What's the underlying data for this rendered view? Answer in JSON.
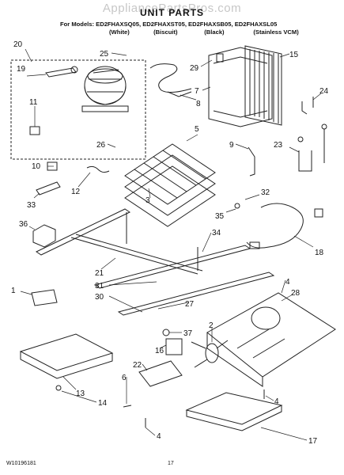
{
  "header": {
    "watermark": "AppliancePartsPros.com",
    "title": "UNIT PARTS",
    "models_line": "For Models: ED2FHAXSQ05, ED2FHAXST05, ED2FHAXSB05, ED2FHAXSL05",
    "colors": [
      "(White)",
      "(Biscuit)",
      "(Black)",
      "(Stainless VCM)"
    ]
  },
  "callouts": [
    {
      "id": "c20",
      "text": "20"
    },
    {
      "id": "c19",
      "text": "19"
    },
    {
      "id": "c11",
      "text": "11"
    },
    {
      "id": "c25",
      "text": "25"
    },
    {
      "id": "c29",
      "text": "29"
    },
    {
      "id": "c15",
      "text": "15"
    },
    {
      "id": "c7",
      "text": "7"
    },
    {
      "id": "c8",
      "text": "8"
    },
    {
      "id": "c24",
      "text": "24"
    },
    {
      "id": "c5",
      "text": "5"
    },
    {
      "id": "c26",
      "text": "26"
    },
    {
      "id": "c9",
      "text": "9"
    },
    {
      "id": "c23",
      "text": "23"
    },
    {
      "id": "c10",
      "text": "10"
    },
    {
      "id": "c12",
      "text": "12"
    },
    {
      "id": "c32",
      "text": "32"
    },
    {
      "id": "c3",
      "text": "3"
    },
    {
      "id": "c33",
      "text": "33"
    },
    {
      "id": "c35",
      "text": "35"
    },
    {
      "id": "c36",
      "text": "36"
    },
    {
      "id": "c34",
      "text": "34"
    },
    {
      "id": "c18",
      "text": "18"
    },
    {
      "id": "c21",
      "text": "21"
    },
    {
      "id": "c1",
      "text": "1"
    },
    {
      "id": "c31",
      "text": "31"
    },
    {
      "id": "c4a",
      "text": "4"
    },
    {
      "id": "c30",
      "text": "30"
    },
    {
      "id": "c28",
      "text": "28"
    },
    {
      "id": "c27",
      "text": "27"
    },
    {
      "id": "c2",
      "text": "2"
    },
    {
      "id": "c37",
      "text": "37"
    },
    {
      "id": "c16",
      "text": "16"
    },
    {
      "id": "c22",
      "text": "22"
    },
    {
      "id": "c6",
      "text": "6"
    },
    {
      "id": "c13",
      "text": "13"
    },
    {
      "id": "c14",
      "text": "14"
    },
    {
      "id": "c4b",
      "text": "4"
    },
    {
      "id": "c4c",
      "text": "4"
    },
    {
      "id": "c17",
      "text": "17"
    }
  ],
  "footer": {
    "doc_number": "W10196181",
    "page_number": "17"
  }
}
